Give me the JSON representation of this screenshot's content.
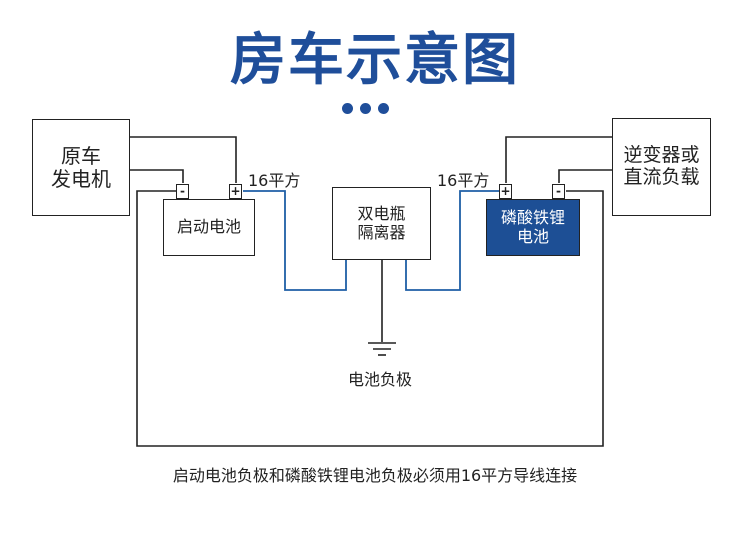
{
  "title": "房车示意图",
  "components": {
    "generator": {
      "lines": [
        "原车",
        "发电机"
      ]
    },
    "start_battery": {
      "label": "启动电池"
    },
    "isolator": {
      "lines": [
        "双电瓶",
        "隔离器"
      ]
    },
    "inverter": {
      "lines": [
        "逆变器或",
        "直流负载"
      ]
    },
    "lifepo4": {
      "lines": [
        "磷酸铁锂",
        "电池"
      ]
    }
  },
  "terminals": {
    "negative": "-",
    "positive": "+"
  },
  "wire_labels": {
    "left": "16平方",
    "right": "16平方"
  },
  "ground_label": "电池负极",
  "footnote": "启动电池负极和磷酸铁锂电池负极必须用16平方导线连接",
  "colors": {
    "title": "#1f4e9a",
    "wire_black": "#222222",
    "wire_blue": "#1f5fa6",
    "lifepo4_fill": "#1d4f95"
  }
}
